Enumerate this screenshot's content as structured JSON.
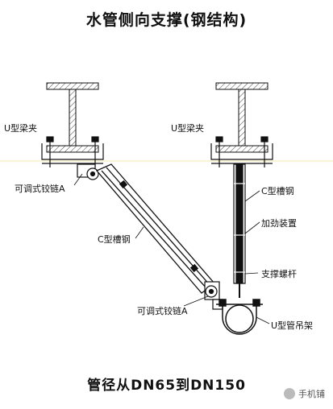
{
  "title": "水管侧向支撑(钢结构)",
  "subtitle": "管径从DN65到DN150",
  "labels": {
    "u_clamp_left": "U型梁夹",
    "u_clamp_right": "U型梁夹",
    "hinge_top": "可调式铰链A",
    "hinge_bottom": "可调式铰链A",
    "c_channel_right": "C型槽钢",
    "c_channel_left": "C型槽钢",
    "stiffener": "加劲装置",
    "support_rod": "支撑螺杆",
    "u_pipe_hanger": "U型管吊架"
  },
  "watermark": "手机铺",
  "colors": {
    "line": "#111111",
    "hatch": "#444444",
    "accent": "#f2e9a8"
  }
}
